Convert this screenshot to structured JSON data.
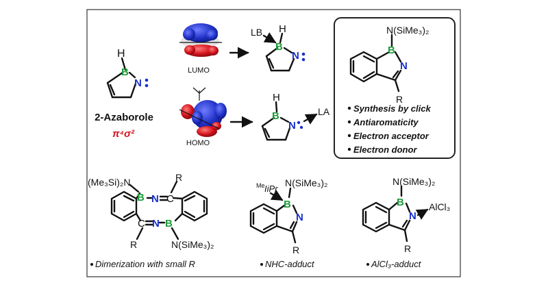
{
  "parent": {
    "name": "2-Azaborole",
    "notation": "π⁴σ²",
    "atom_h": "H",
    "atom_b": "B",
    "atom_n": "N"
  },
  "orbitals": {
    "lumo": "LUMO",
    "homo": "HOMO"
  },
  "adducts": {
    "lewis_base": "LB",
    "lewis_acid": "LA"
  },
  "box": {
    "substituent": "N(SiMe₃)₂",
    "r": "R",
    "bullets": [
      "Synthesis by click",
      "Antiaromaticity",
      "Electron acceptor",
      "Electron donor"
    ]
  },
  "dimer": {
    "sub_left": "(Me₃Si)₂N",
    "sub_right": "N(SiMe₃)₂",
    "r": "R",
    "caption": "Dimerization with small R"
  },
  "nhc": {
    "ligand": "MeIiPr",
    "ligand_sup": "Me",
    "ligand_main": "IiPr",
    "substituent": "N(SiMe₃)₂",
    "r": "R",
    "caption": "NHC-adduct"
  },
  "alcl3": {
    "acid": "AlCl₃",
    "substituent": "N(SiMe₃)₂",
    "r": "R",
    "caption": "AlCl₃-adduct"
  },
  "colors": {
    "boron": "#1f9a3a",
    "nitrogen": "#1730c9",
    "accent": "#d4141e",
    "lobe_blue": "#2233c8",
    "lobe_red": "#d2121c"
  }
}
